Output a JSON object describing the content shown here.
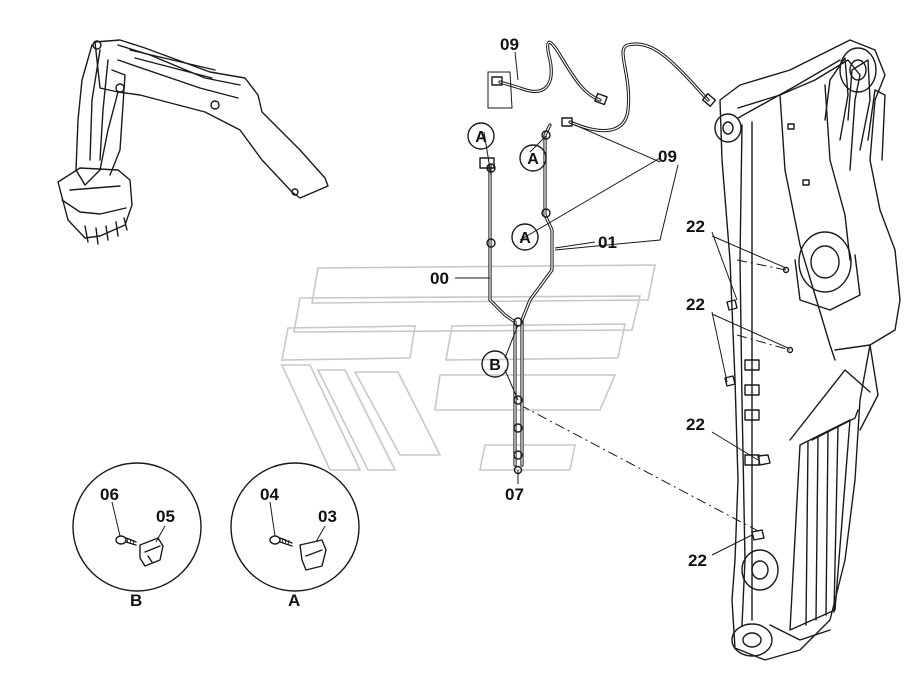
{
  "labels": {
    "hose_top": "09",
    "hose_right": "09",
    "pipe_left": "00",
    "pipe_right": "01",
    "fitting_bottom": "07",
    "clamp_1": "22",
    "clamp_2": "22",
    "clamp_3": "22",
    "clamp_4": "22"
  },
  "callouts": {
    "a1": "A",
    "a2": "A",
    "a3": "A",
    "b1": "B"
  },
  "details": {
    "detail_b": {
      "title": "B",
      "bolt": "06",
      "clamp": "05"
    },
    "detail_a": {
      "title": "A",
      "bolt": "04",
      "clamp": "03"
    }
  }
}
